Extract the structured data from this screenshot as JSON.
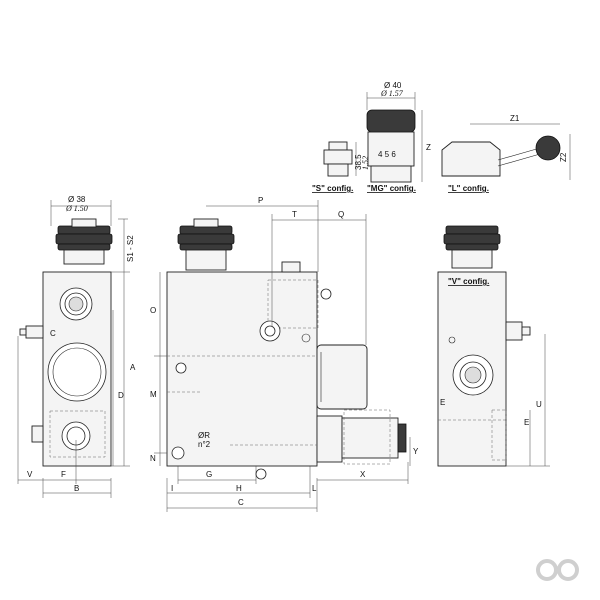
{
  "labels": {
    "phi38": "Ø 38",
    "phi150": "Ø 1.50",
    "phi40": "Ø 40",
    "phi157": "Ø 1.57",
    "s1s2": "S1 - S2",
    "p": "P",
    "t": "T",
    "q": "Q",
    "c": "C",
    "e": "E",
    "o": "O",
    "m": "M",
    "n": "N",
    "a": "A",
    "d": "D",
    "v": "V",
    "f": "F",
    "b": "B",
    "g": "G",
    "h": "H",
    "i": "I",
    "l": "L",
    "x": "X",
    "y": "Y",
    "u": "U",
    "z": "Z",
    "z1": "Z1",
    "z2": "Z2",
    "d385": "38.5",
    "d152": "1.52",
    "or": "ØR",
    "n2": "n°2",
    "cfg_s": "\"S\" config.",
    "cfg_mg": "\"MG\" config.",
    "cfg_l": "\"L\" config.",
    "cfg_v": "\"V\" config.",
    "scale": "4 5 6",
    "p_mark": "P"
  },
  "logo": {
    "text": "oo",
    "color": "#d9d9d9"
  }
}
